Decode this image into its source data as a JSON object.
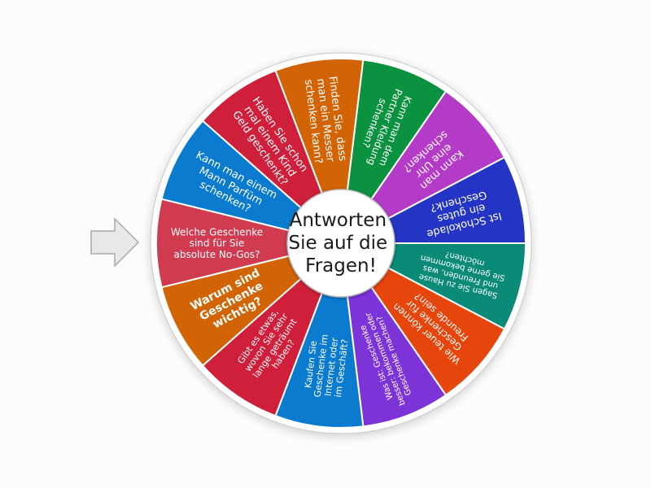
{
  "wheel": {
    "center_label_lines": [
      "Antworten",
      "Sie auf die",
      "Fragen!"
    ],
    "pointer": {
      "direction": "right",
      "color": "#e8e8e8",
      "stroke": "#a8a8a8"
    },
    "rim_color": "#ffffff",
    "segments": [
      {
        "label_lines": [
          "Welche Geschenke",
          "sind für Sie",
          "absolute No-Gos?"
        ],
        "color": "#d03b4f",
        "bold": false,
        "font_size": 12
      },
      {
        "label_lines": [
          "Kann man einem",
          "Mann Parfüm",
          "schenken?"
        ],
        "color": "#0a7bcf",
        "bold": false,
        "font_size": 13
      },
      {
        "label_lines": [
          "Haben Sie schon",
          "mal einem Kind",
          "Geld geschenkt?"
        ],
        "color": "#cf1f3a",
        "bold": false,
        "font_size": 13
      },
      {
        "label_lines": [
          "Finden Sie, dass",
          "man ein Messer",
          "schenken kann?"
        ],
        "color": "#d26406",
        "bold": false,
        "font_size": 13
      },
      {
        "label_lines": [
          "Kann man dem",
          "Partner Kleidung",
          "schenken?"
        ],
        "color": "#0b9240",
        "bold": false,
        "font_size": 12
      },
      {
        "label_lines": [
          "Kann man",
          "eine Uhr",
          "schenken?"
        ],
        "color": "#b43bc7",
        "bold": false,
        "font_size": 13
      },
      {
        "label_lines": [
          "Ist Schokolade",
          "ein gutes",
          "Geschenk?"
        ],
        "color": "#2434c4",
        "bold": false,
        "font_size": 13
      },
      {
        "label_lines": [
          "Sagen Sie zu Hause",
          "und Freunden, was",
          "Sie gerne bekommen",
          "möchten?"
        ],
        "color": "#0b8a77",
        "bold": false,
        "font_size": 10
      },
      {
        "label_lines": [
          "Wie teuer können",
          "Geschenke für",
          "Freunde sein?"
        ],
        "color": "#e6450c",
        "bold": false,
        "font_size": 12
      },
      {
        "label_lines": [
          "Was ist: Geschenke",
          "besser: bekommen oder",
          "Geschenke machen?"
        ],
        "color": "#7c34d8",
        "bold": false,
        "font_size": 10
      },
      {
        "label_lines": [
          "Kaufen Sie",
          "Geschenke im",
          "Internet oder",
          "im Geschäft?"
        ],
        "color": "#0a7bcf",
        "bold": false,
        "font_size": 11
      },
      {
        "label_lines": [
          "Gibt es etwas,",
          "wovon Sie sehr",
          "lange geträumt",
          "haben?"
        ],
        "color": "#cf1f3a",
        "bold": false,
        "font_size": 11
      },
      {
        "label_lines": [
          "Warum sind",
          "Geschenke",
          "wichtig?"
        ],
        "color": "#d26406",
        "bold": true,
        "font_size": 14
      }
    ]
  }
}
